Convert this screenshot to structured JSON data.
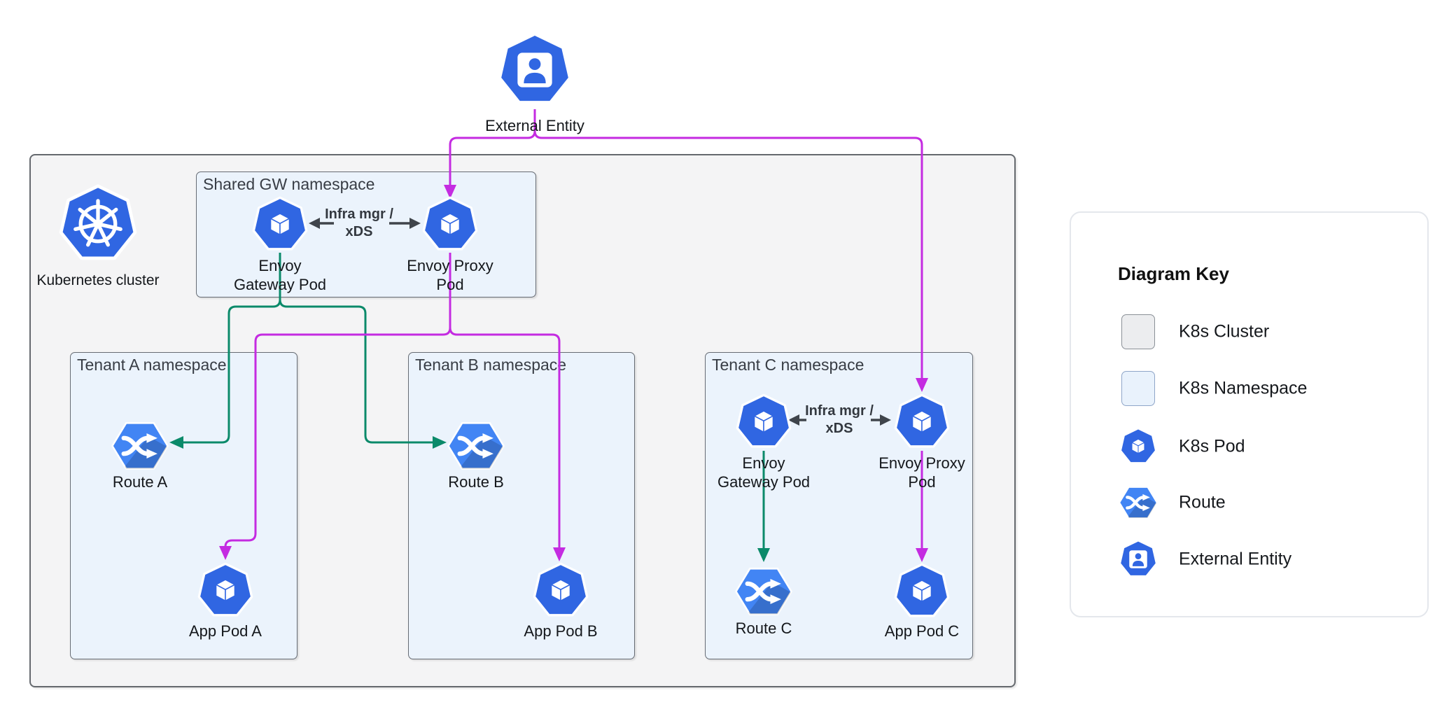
{
  "diagram": {
    "external_entity": {
      "label": "External Entity",
      "icon": "external-entity-icon"
    },
    "cluster": {
      "label": "Kubernetes cluster",
      "icon": "kubernetes-icon",
      "shared_gw": {
        "title": "Shared GW namespace",
        "gateway_pod_label": "Envoy\nGateway Pod",
        "proxy_pod_label": "Envoy Proxy\nPod",
        "link_label": "Infra mgr /\nxDS",
        "pod_icon": "k8s-pod-icon"
      },
      "tenant_a": {
        "title": "Tenant A namespace",
        "route_label": "Route A",
        "app_pod_label": "App Pod A"
      },
      "tenant_b": {
        "title": "Tenant B namespace",
        "route_label": "Route B",
        "app_pod_label": "App Pod B"
      },
      "tenant_c": {
        "title": "Tenant C namespace",
        "gateway_pod_label": "Envoy\nGateway Pod",
        "proxy_pod_label": "Envoy Proxy\nPod",
        "link_label": "Infra mgr /\nxDS",
        "route_label": "Route C",
        "app_pod_label": "App Pod C"
      }
    },
    "key": {
      "title": "Diagram Key",
      "items": [
        {
          "label": "K8s Cluster",
          "icon": "cluster-swatch"
        },
        {
          "label": "K8s Namespace",
          "icon": "namespace-swatch"
        },
        {
          "label": "K8s Pod",
          "icon": "k8s-pod-icon"
        },
        {
          "label": "Route",
          "icon": "route-icon"
        },
        {
          "label": "External Entity",
          "icon": "external-entity-icon"
        }
      ]
    },
    "colors": {
      "magenta_connector": "#C42BE1",
      "green_connector": "#0B8A6A",
      "arrow_dark": "#3F444B",
      "icon_blue": "#3066E2",
      "route_blue": "#4285F4",
      "cluster_fill": "#F4F4F5",
      "cluster_border": "#65696E",
      "namespace_fill": "#EBF3FC",
      "namespace_border": "#666B73",
      "key_border": "#E4E7EC",
      "swatch_gray": "#ECEDEF",
      "swatch_gray_border": "#8A9097",
      "swatch_blue": "#E9F2FC",
      "swatch_blue_border": "#8FA6C8"
    }
  }
}
